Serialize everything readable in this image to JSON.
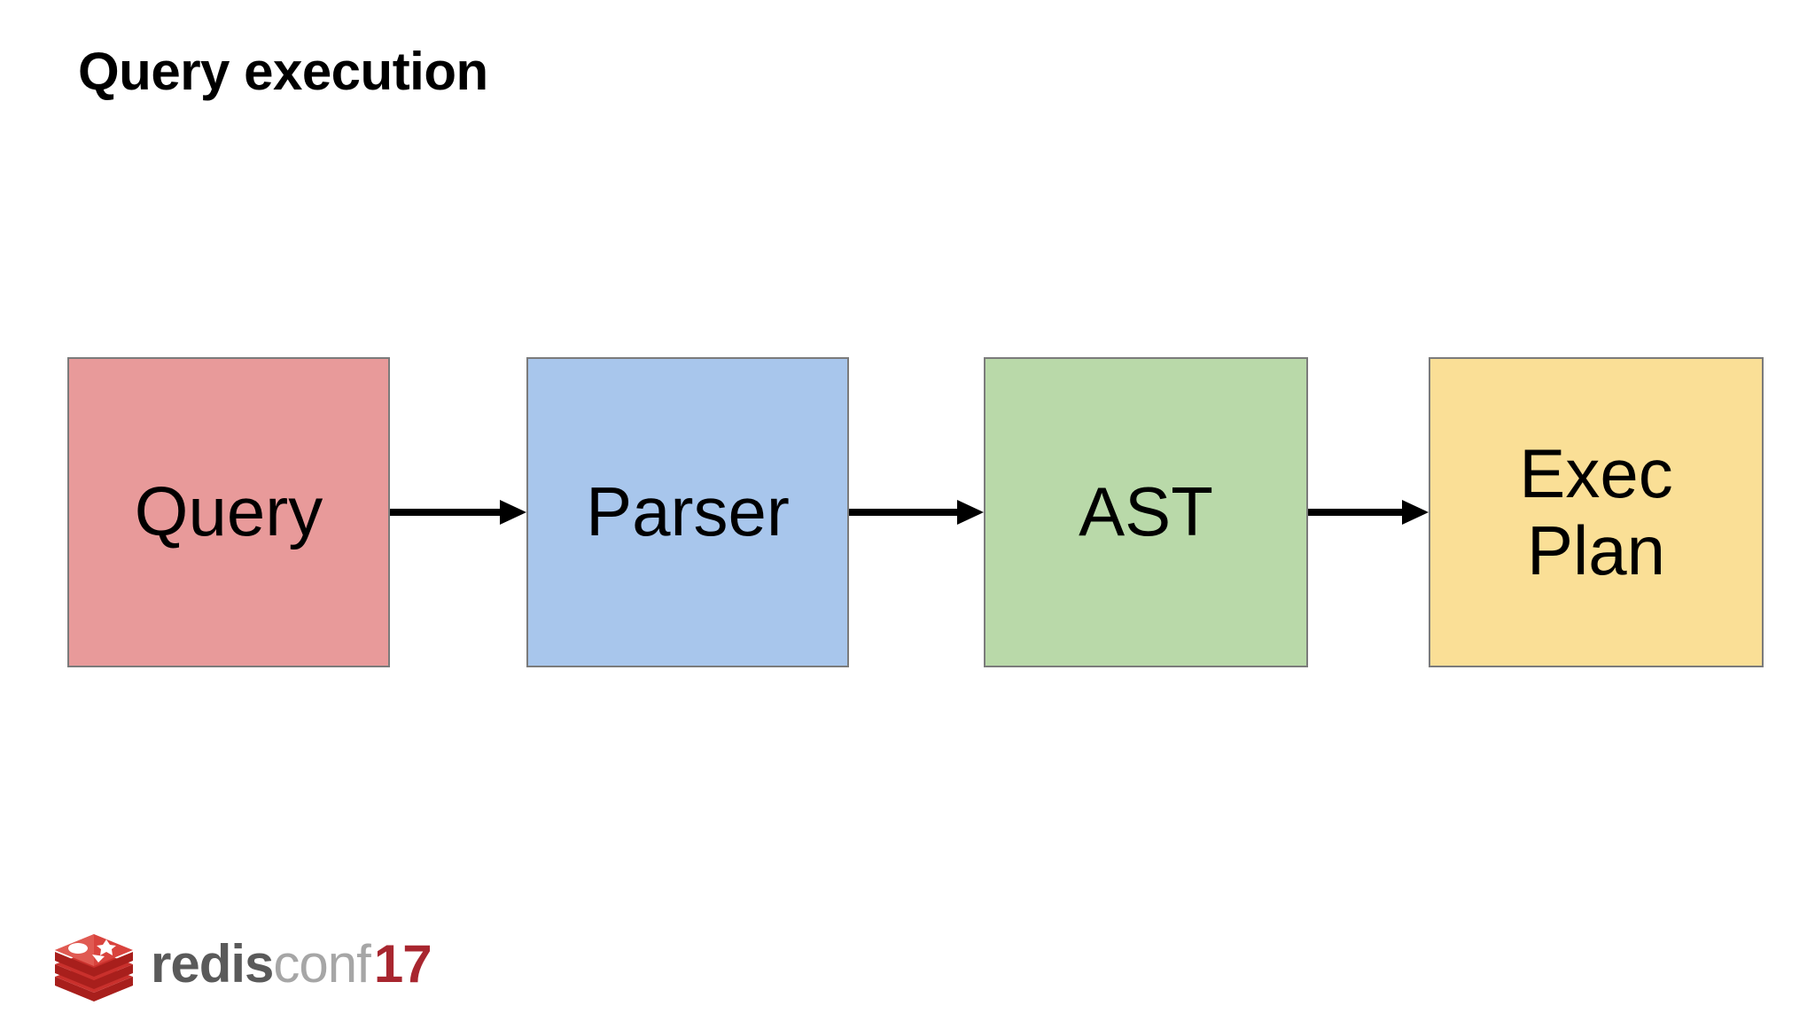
{
  "slide": {
    "title": "Query execution",
    "background_color": "#ffffff"
  },
  "diagram": {
    "type": "flow",
    "orientation": "left-to-right",
    "nodes": [
      {
        "id": "query",
        "label": "Query",
        "fill": "#e89a9a",
        "border": "#7b7b7b"
      },
      {
        "id": "parser",
        "label": "Parser",
        "fill": "#a8c6ec",
        "border": "#7b7b7b"
      },
      {
        "id": "ast",
        "label": "AST",
        "fill": "#b9d9a9",
        "border": "#7b7b7b"
      },
      {
        "id": "exec",
        "label": "Exec Plan",
        "fill": "#fadf96",
        "border": "#7b7b7b"
      }
    ],
    "edges": [
      {
        "from": "query",
        "to": "parser",
        "style": "solid-arrow",
        "color": "#000000"
      },
      {
        "from": "parser",
        "to": "ast",
        "style": "solid-arrow",
        "color": "#000000"
      },
      {
        "from": "ast",
        "to": "exec",
        "style": "solid-arrow",
        "color": "#000000"
      }
    ]
  },
  "footer": {
    "logo": {
      "icon_name": "redis-cube-icon",
      "icon_color": "#c9302c",
      "wordmark_bold": "redis",
      "wordmark_light": "conf",
      "wordmark_year": "17",
      "bold_color": "#5a5a5a",
      "light_color": "#a6a6a6",
      "year_color": "#a8262f"
    }
  }
}
